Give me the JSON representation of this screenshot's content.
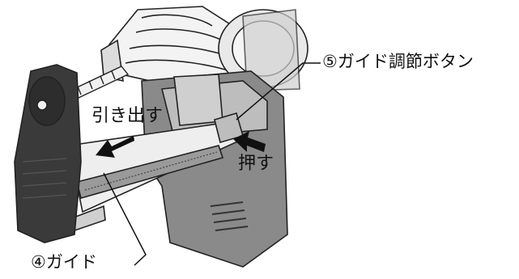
{
  "labels": {
    "guide_adjust_button": "⑤ガイド調節ボタン",
    "pull_out": "引き出す",
    "push": "押す",
    "guide": "④ガイド"
  },
  "colors": {
    "ink": "#111111",
    "tool_body": "#8a8a8a",
    "tool_dark": "#3a3a3a",
    "guide_face": "#eeeeee",
    "shading": "#b5b5b5"
  }
}
